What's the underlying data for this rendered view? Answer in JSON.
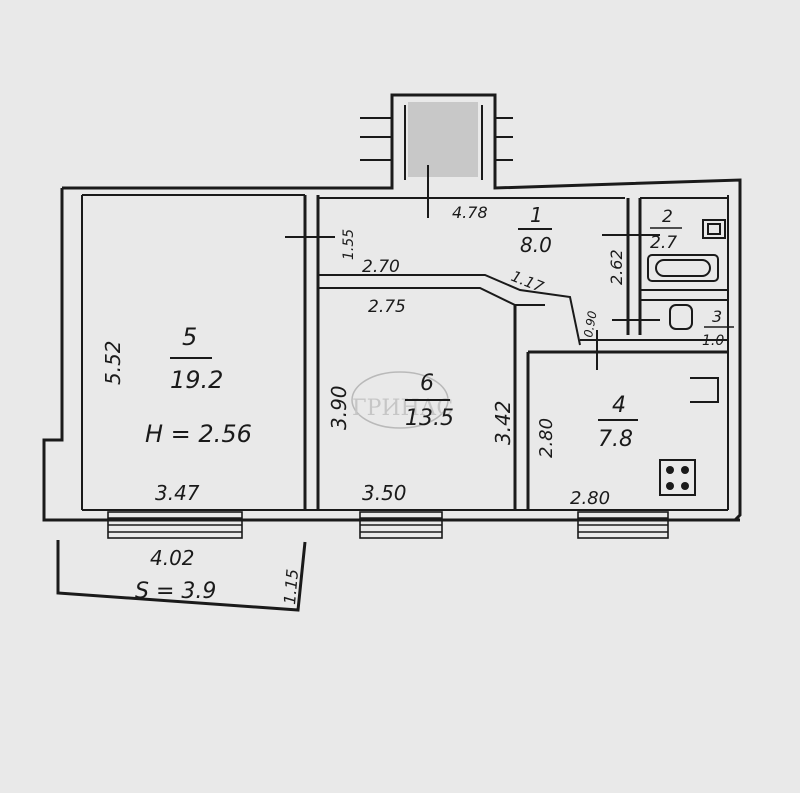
{
  "rooms": [
    {
      "id": "1",
      "number": "1",
      "area": "8.0"
    },
    {
      "id": "2",
      "number": "2",
      "area": "2.7"
    },
    {
      "id": "3",
      "number": "3",
      "area": "1.0"
    },
    {
      "id": "4",
      "number": "4",
      "area": "7.8"
    },
    {
      "id": "5",
      "number": "5",
      "area": "19.2",
      "height": "H = 2.56"
    },
    {
      "id": "6",
      "number": "6",
      "area": "13.5"
    }
  ],
  "dimensions": {
    "d_5_52": "5.52",
    "d_3_47": "3.47",
    "d_3_90": "3.90",
    "d_3_50": "3.50",
    "d_3_42": "3.42",
    "d_2_80_v": "2.80",
    "d_2_80_h": "2.80",
    "d_2_70": "2.70",
    "d_2_75": "2.75",
    "d_1_17": "1.17",
    "d_4_78": "4.78",
    "d_1_55": "1.55",
    "d_2_62": "2.62",
    "d_0_90": "0.90",
    "d_4_02": "4.02",
    "d_1_15": "1.15"
  },
  "balcony": {
    "area_label": "S = 3.9"
  },
  "watermark": {
    "text": "ГРИНАС"
  }
}
